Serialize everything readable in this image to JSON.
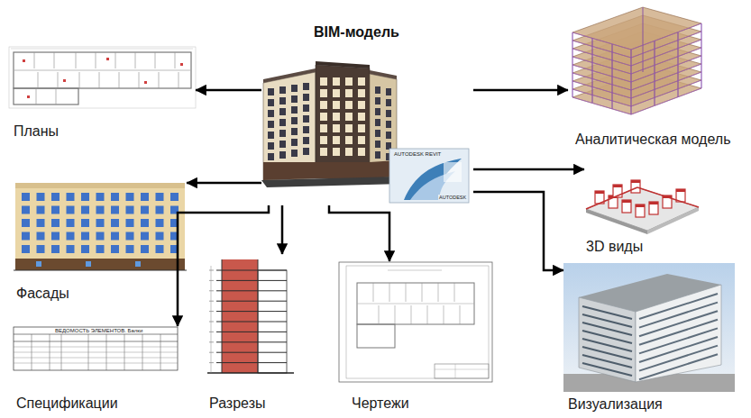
{
  "diagram": {
    "nodes": [
      {
        "text": [
          "BIM-модель"
        ]
      },
      {
        "text": [
          "Планы"
        ]
      },
      {
        "text": [
          "Фасады"
        ]
      },
      {
        "text": [
          "Спецификации"
        ]
      },
      {
        "text": [
          "Разрезы"
        ]
      },
      {
        "text": [
          "Чертежи"
        ]
      },
      {
        "text": [
          "Аналитическая модель"
        ]
      },
      {
        "text": [
          "3D виды"
        ]
      },
      {
        "text": [
          "Визуализация"
        ]
      }
    ],
    "edges": [
      {
        "from": 0,
        "to": 1,
        "arrow": "to"
      },
      {
        "from": 0,
        "to": 2,
        "arrow": "to"
      },
      {
        "from": 0,
        "to": 3,
        "arrow": "to"
      },
      {
        "from": 0,
        "to": 4,
        "arrow": "to"
      },
      {
        "from": 0,
        "to": 5,
        "arrow": "to"
      },
      {
        "from": 0,
        "to": 6,
        "arrow": "to"
      },
      {
        "from": 0,
        "to": 7,
        "arrow": "to"
      },
      {
        "from": 0,
        "to": 8,
        "arrow": "to"
      }
    ],
    "labels": [
      "AUTODESK REVIT",
      "AUTODESK",
      "ВЕДОМОСТЬ ЭЛЕМЕНТОВ. Балки"
    ]
  }
}
